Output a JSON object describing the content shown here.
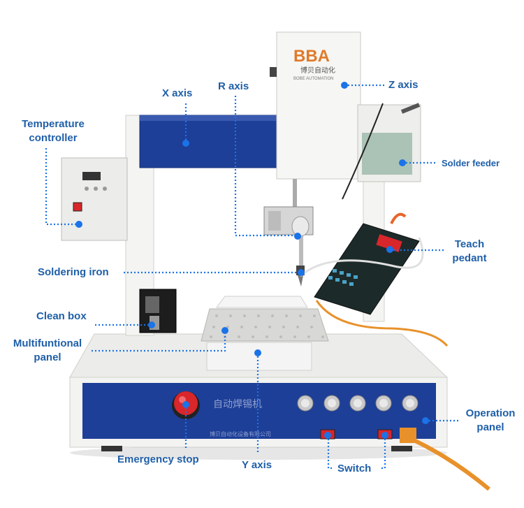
{
  "labels": {
    "x_axis": "X axis",
    "r_axis": "R axis",
    "z_axis": "Z axis",
    "temperature_controller_l1": "Temperature",
    "temperature_controller_l2": "controller",
    "solder_feeder": "Solder feeder",
    "teach_pendant_l1": "Teach",
    "teach_pendant_l2": "pedant",
    "soldering_iron": "Soldering iron",
    "clean_box": "Clean box",
    "multifunctional_panel_l1": "Multifuntional",
    "multifunctional_panel_l2": "panel",
    "operation_panel_l1": "Operation",
    "operation_panel_l2": "panel",
    "emergency_stop": "Emergency stop",
    "y_axis": "Y axis",
    "switch": "Switch"
  },
  "machine": {
    "brand": "BBA",
    "brand_cn": "博贝自动化",
    "brand_en": "BOBE  AUTOMATION"
  },
  "colors": {
    "label_text": "#1f5fa8",
    "leader": "#1a73e8",
    "machine_body": "#f1f1ee",
    "blue_panel": "#1e3f97",
    "emergency_red": "#d8262b",
    "brand_orange": "#e07a2a"
  }
}
